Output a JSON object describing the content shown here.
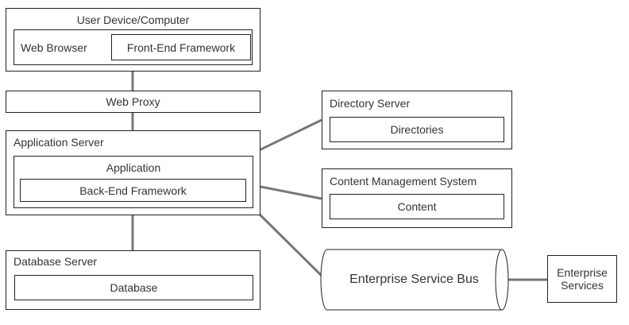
{
  "user_device": {
    "title": "User Device/Computer",
    "browser_label": "Web Browser",
    "frontend_label": "Front-End Framework"
  },
  "web_proxy": {
    "label": "Web Proxy"
  },
  "app_server": {
    "title": "Application Server",
    "application_label": "Application",
    "backend_label": "Back-End Framework"
  },
  "database_server": {
    "title": "Database Server",
    "database_label": "Database"
  },
  "directory_server": {
    "title": "Directory Server",
    "inner_label": "Directories"
  },
  "cms": {
    "title": "Content Management System",
    "inner_label": "Content"
  },
  "service_bus": {
    "label": "Enterprise Service Bus"
  },
  "enterprise_services": {
    "line1": "Enterprise",
    "line2": "Services"
  },
  "colors": {
    "border": "#222222",
    "connector": "#777777",
    "text": "#333333",
    "background": "#ffffff"
  }
}
